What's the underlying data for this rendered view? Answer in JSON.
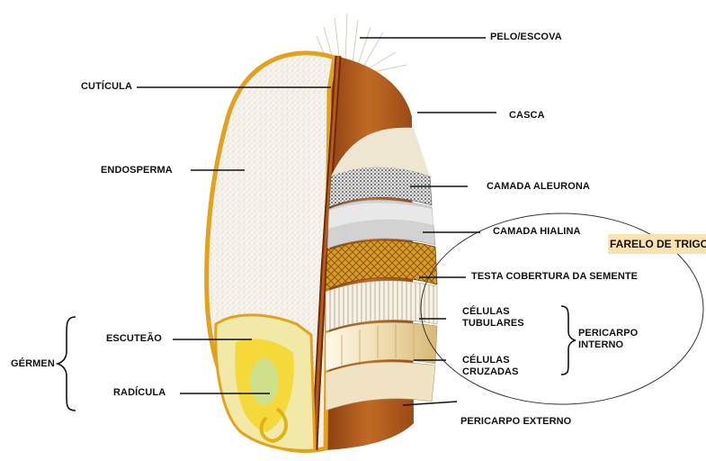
{
  "labels": {
    "pelo_escova": "PELO/ESCOVA",
    "cuticula": "CUTÍCULA",
    "casca": "CASCA",
    "endosperma": "ENDOSPERMA",
    "camada_aleurona": "CAMADA ALEURONA",
    "camada_hialina": "CAMADA HIALINA",
    "farelo_de_trigo": "FARELO DE TRIGO",
    "testa": "TESTA COBERTURA DA SEMENTE",
    "celulas_tubulares": "CÉLULAS\nTUBULARES",
    "pericarpo_interno": "PERICARPO\nINTERNO",
    "celulas_cruzadas": "CÉLULAS\nCRUZADAS",
    "pericarpo_externo": "PERICARPO EXTERNO",
    "escuteao": "ESCUTEÃO",
    "germen": "GÉRMEN",
    "radicula": "RADÍCULA"
  },
  "colors": {
    "badge": "#fbe3b1",
    "husk": "#b5601e",
    "endosperm": "#f4f1ea",
    "germ": "#f5d83a",
    "aleurone": "#d8d8d8",
    "testa": "#d89a2c"
  }
}
